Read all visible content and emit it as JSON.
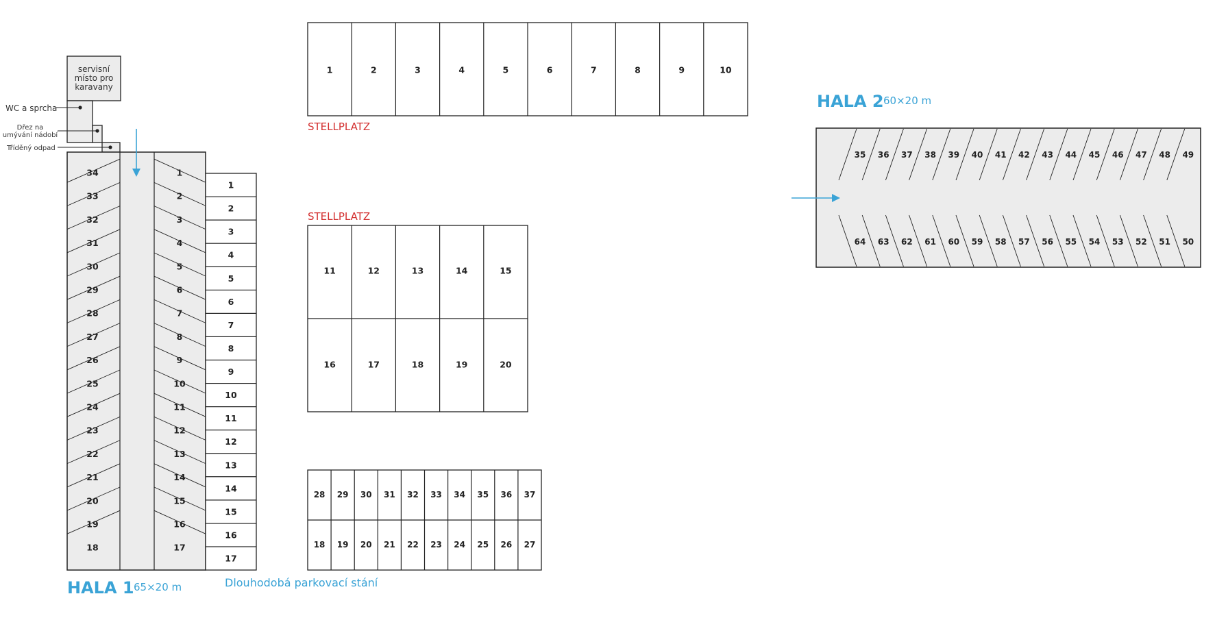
{
  "service": {
    "caravan_service": [
      "servisní",
      "místo pro",
      "karavany"
    ],
    "wc_shower": "WC a sprcha",
    "sink": [
      "Dřez na",
      "umývání nádobí"
    ],
    "waste": "Tříděný odpad"
  },
  "hala1": {
    "title": "HALA 1",
    "size": "65×20 m",
    "left_column": [
      "34",
      "33",
      "32",
      "31",
      "30",
      "29",
      "28",
      "27",
      "26",
      "25",
      "24",
      "23",
      "22",
      "21",
      "20",
      "19",
      "18"
    ],
    "right_column": [
      "1",
      "2",
      "3",
      "4",
      "5",
      "6",
      "7",
      "8",
      "9",
      "10",
      "11",
      "12",
      "13",
      "14",
      "15",
      "16",
      "17"
    ]
  },
  "long_term": {
    "label": "Dlouhodobá parkovací stání",
    "spots": [
      "1",
      "2",
      "3",
      "4",
      "5",
      "6",
      "7",
      "8",
      "9",
      "10",
      "11",
      "12",
      "13",
      "14",
      "15",
      "16",
      "17"
    ]
  },
  "stellplatz_top": {
    "label": "STELLPLATZ",
    "spots": [
      "1",
      "2",
      "3",
      "4",
      "5",
      "6",
      "7",
      "8",
      "9",
      "10"
    ]
  },
  "stellplatz_middle": {
    "label": "STELLPLATZ",
    "row1": [
      "11",
      "12",
      "13",
      "14",
      "15"
    ],
    "row2": [
      "16",
      "17",
      "18",
      "19",
      "20"
    ]
  },
  "bottom_grid": {
    "row1": [
      "28",
      "29",
      "30",
      "31",
      "32",
      "33",
      "34",
      "35",
      "36",
      "37"
    ],
    "row2": [
      "18",
      "19",
      "20",
      "21",
      "22",
      "23",
      "24",
      "25",
      "26",
      "27"
    ]
  },
  "hala2": {
    "title": "HALA 2",
    "size": "60×20 m",
    "top_row": [
      "35",
      "36",
      "37",
      "38",
      "39",
      "40",
      "41",
      "42",
      "43",
      "44",
      "45",
      "46",
      "47",
      "48",
      "49"
    ],
    "bottom_row": [
      "64",
      "63",
      "62",
      "61",
      "60",
      "59",
      "58",
      "57",
      "56",
      "55",
      "54",
      "53",
      "52",
      "51",
      "50"
    ]
  },
  "colors": {
    "accent": "#3aa3d6",
    "stellplatz": "#d32f2f",
    "lane": "#ececec",
    "line": "#222222"
  }
}
